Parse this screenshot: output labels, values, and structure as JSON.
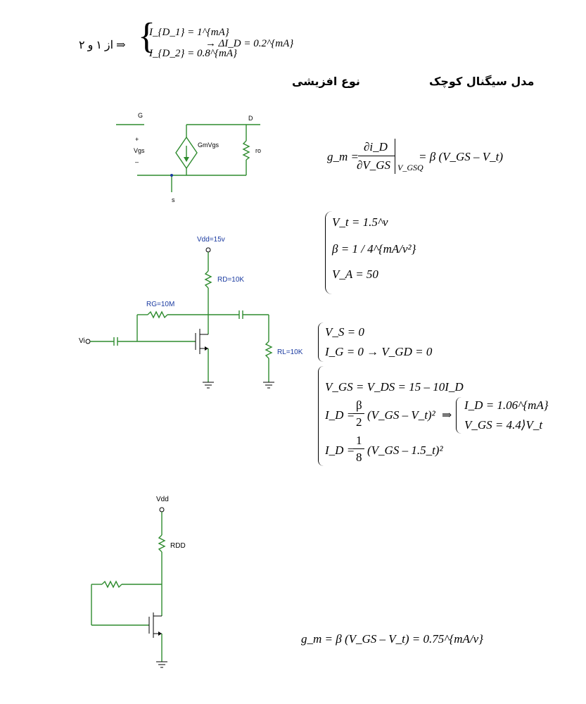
{
  "top_eq": {
    "prefix": "از ۱ و ۲ ⇒",
    "id1": "I_{D_1} = 1^{mA}",
    "id2": "I_{D_2} = 0.8^{mA}",
    "delta": "→ ΔI_D = 0.2^{mA}"
  },
  "headings": {
    "small_signal": "مدل سیگنال کوچک",
    "enhancement": "نوع افزیشی"
  },
  "model_circuit": {
    "g": "G",
    "d": "D",
    "s": "s",
    "plus": "+",
    "vgs": "Vgs",
    "minus": "–",
    "source_label": "GmVgs",
    "ro": "ro"
  },
  "gm_def": {
    "lhs": "g_m =",
    "num": "∂i_D",
    "den": "∂V_GS",
    "eval": "V_GSQ",
    "rhs": "= β (V_GS – V_t)"
  },
  "params": {
    "vt": "V_t = 1.5^v",
    "beta": "β = 1 / 4^{mA/v²}",
    "va": "V_A = 50"
  },
  "amp_circuit": {
    "vdd": "Vdd=15v",
    "rd": "RD=10K",
    "rg": "RG=10M",
    "vi": "Vi",
    "rl": "RL=10K"
  },
  "eq_set1": {
    "vs": "V_S = 0",
    "ig": "I_G = 0 → V_GD = 0"
  },
  "eq_set2": {
    "l1": "V_GS = V_DS = 15 – 10I_D",
    "l2a": "I_D =",
    "l2frac_num": "β",
    "l2frac_den": "2",
    "l2b": "(V_GS – V_t)²",
    "l3a": "I_D =",
    "l3frac_num": "1",
    "l3frac_den": "8",
    "l3b": "(V_GS – 1.5_t)²",
    "arrow": "⇒",
    "res1": "I_D = 1.06^{mA}",
    "res2": "V_GS = 4.4⟩V_t"
  },
  "bias_circuit": {
    "vdd": "Vdd",
    "rdd": "RDD"
  },
  "gm_final": "g_m = β (V_GS – V_t) = 0.75^{mA/v}"
}
